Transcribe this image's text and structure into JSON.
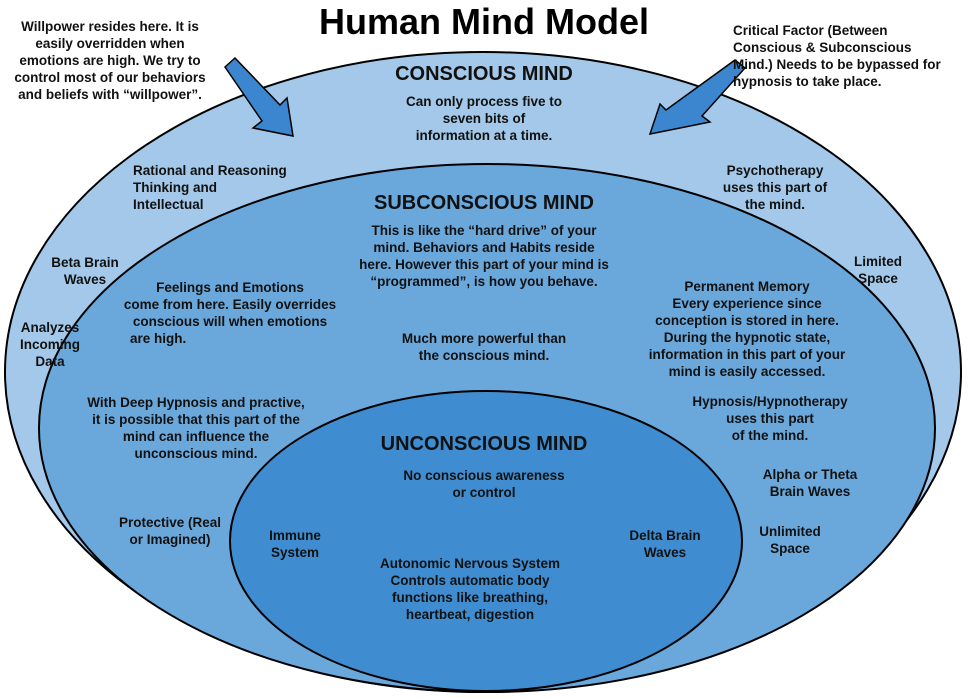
{
  "title": "Human Mind Model",
  "colors": {
    "conscious": "#a3c8e9",
    "subconscious": "#6aa8dc",
    "unconscious": "#3f8dd0",
    "arrow": "#3b86cf"
  },
  "annotations": {
    "willpower": [
      "Willpower resides here. It is",
      "easily overridden when",
      "emotions are high. We try to",
      "control most of our behaviors",
      "and beliefs with “willpower”."
    ],
    "critical_factor": [
      "Critical Factor (Between",
      "Conscious & Subconscious",
      "Mind.) Needs to be bypassed for",
      "hypnosis to take place."
    ]
  },
  "conscious": {
    "heading": "CONSCIOUS MIND",
    "description": [
      "Can only process five to",
      "seven bits of",
      "information at a time."
    ],
    "rational": [
      "Rational and Reasoning",
      "Thinking and",
      "Intellectual"
    ],
    "beta": [
      "Beta Brain",
      "Waves"
    ],
    "analyzes": [
      "Analyzes",
      "Incoming",
      "Data"
    ],
    "psychotherapy": [
      "Psychotherapy",
      "uses this part of",
      "the mind."
    ],
    "limited": [
      "Limited",
      "Space"
    ]
  },
  "subconscious": {
    "heading": "SUBCONSCIOUS MIND",
    "description": [
      "This is like the “hard drive” of your",
      "mind. Behaviors and Habits reside",
      "here. However this part of your mind is",
      "“programmed”, is how you behave."
    ],
    "feelings": [
      "Feelings and Emotions",
      "come from here. Easily overrides",
      "conscious will when emotions",
      "are high."
    ],
    "powerful": [
      "Much more powerful than",
      "the conscious mind."
    ],
    "memory": [
      "Permanent Memory",
      "Every experience since",
      "conception is stored in here.",
      "During the hypnotic state,",
      "information in this part of your",
      "mind is easily accessed."
    ],
    "deep_hypnosis": [
      "With Deep Hypnosis and practive,",
      "it is possible that this part of the",
      "mind can influence the",
      "unconscious mind."
    ],
    "hypnotherapy": [
      "Hypnosis/Hypnotherapy",
      "uses this part",
      "of the mind."
    ],
    "alpha": [
      "Alpha or Theta",
      "Brain Waves"
    ],
    "protective": [
      "Protective (Real",
      "or Imagined)"
    ],
    "unlimited": [
      "Unlimited",
      "Space"
    ]
  },
  "unconscious": {
    "heading": "UNCONSCIOUS MIND",
    "description": [
      "No conscious awareness",
      "or control"
    ],
    "immune": [
      "Immune",
      "System"
    ],
    "delta": [
      "Delta Brain",
      "Waves"
    ],
    "autonomic": [
      "Autonomic Nervous System",
      "Controls automatic body",
      "functions like breathing,",
      "heartbeat, digestion"
    ]
  }
}
